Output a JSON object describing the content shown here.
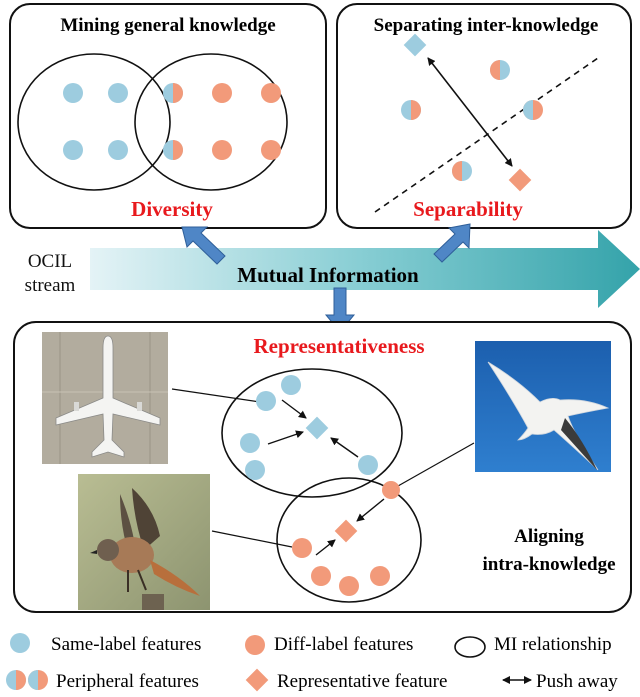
{
  "panels": {
    "mining": {
      "title": "Mining general knowledge",
      "property": "Diversity"
    },
    "separating": {
      "title": "Separating inter-knowledge",
      "property": "Separability"
    },
    "aligning": {
      "title_line1": "Aligning",
      "title_line2": "intra-knowledge",
      "property": "Representativeness"
    }
  },
  "stream": {
    "label_line1": "OCIL",
    "label_line2": "stream",
    "arrow_label": "Mutual Information"
  },
  "legend": {
    "same_label": "Same-label features",
    "diff_label": "Diff-label features",
    "mi_relationship": "MI relationship",
    "peripheral": "Peripheral features",
    "representative": "Representative feature",
    "push_away": "Push away"
  },
  "colors": {
    "blue": "#9dccdf",
    "salmon": "#f29a7a",
    "arrow_teal_dark": "#3fa6ad",
    "arrow_teal_light": "#d8eef2",
    "up_arrow": "#4f86c6",
    "accent_red": "#e8191d"
  },
  "images": [
    {
      "name": "airplane-photo",
      "description_icon": "airplane-icon"
    },
    {
      "name": "seagull-photo",
      "description_icon": "seagull-icon"
    },
    {
      "name": "small-bird-photo",
      "description_icon": "bird-icon"
    }
  ]
}
